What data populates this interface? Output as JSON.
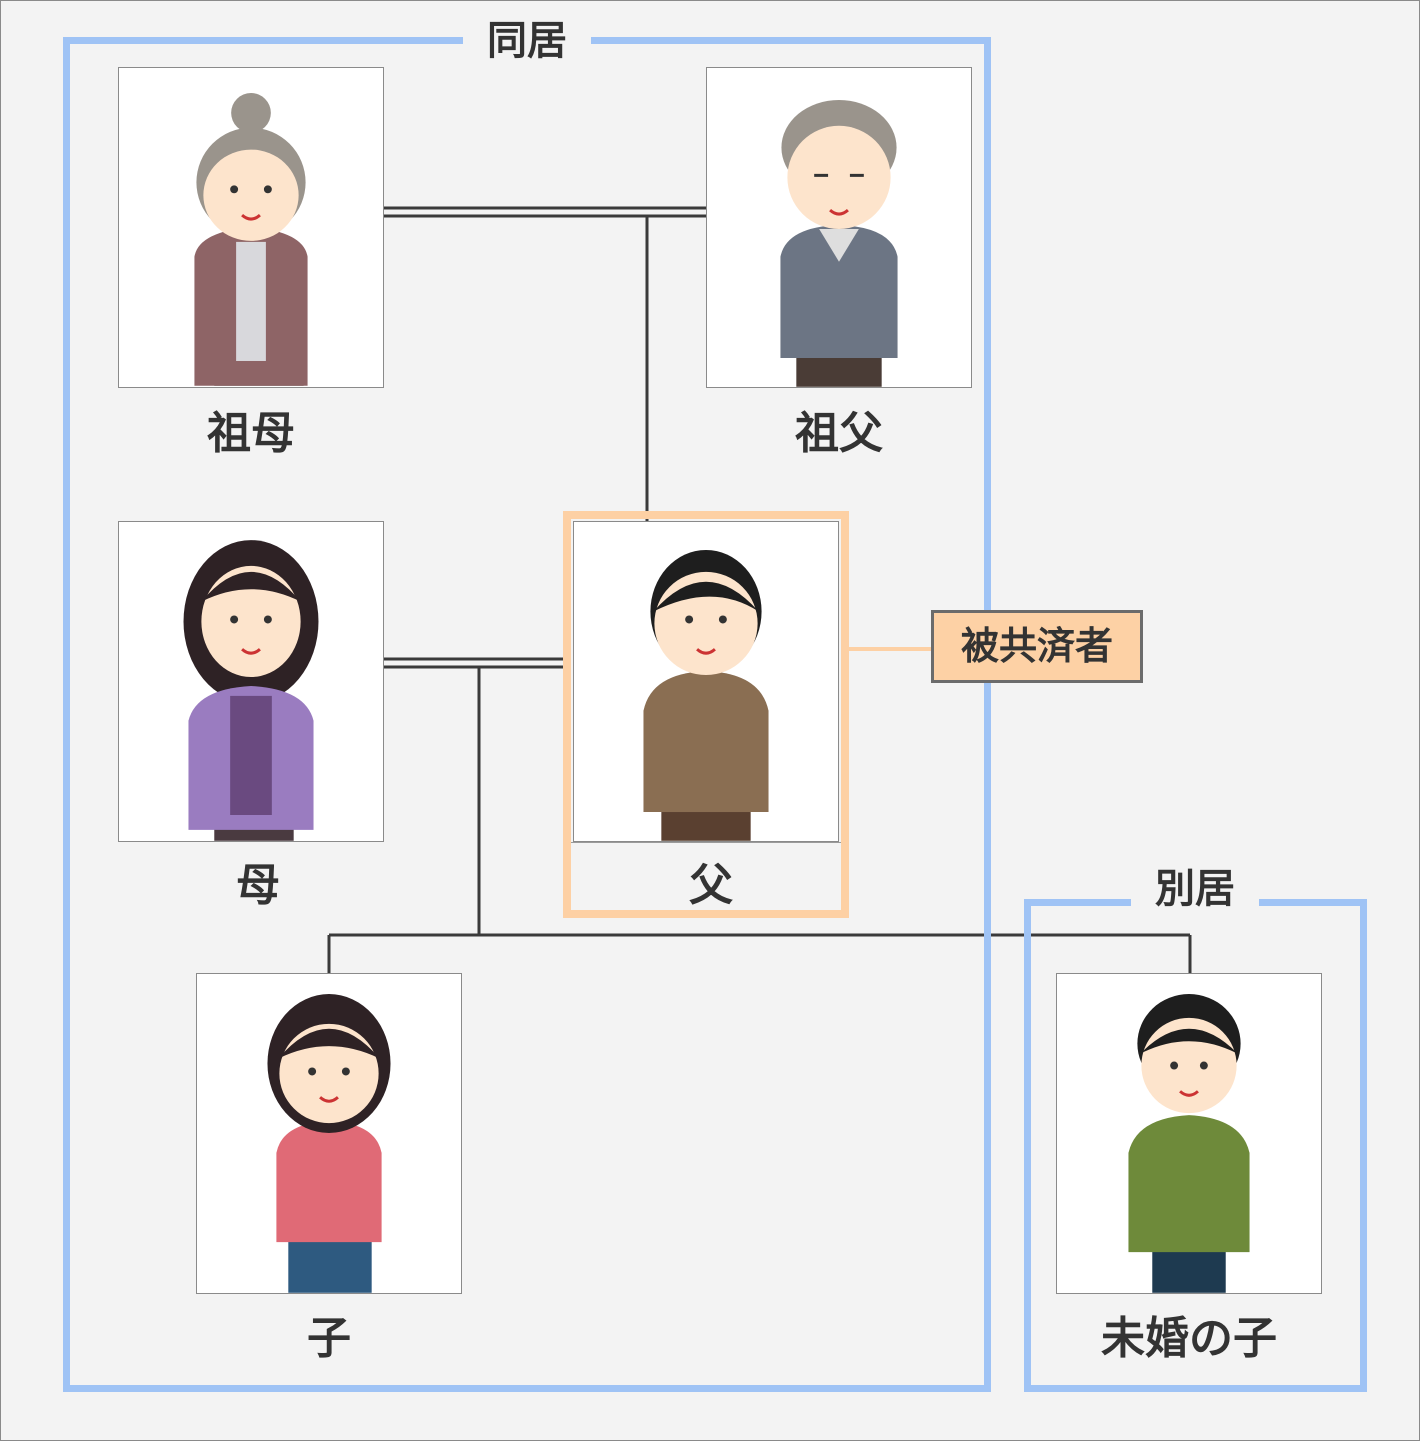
{
  "groups": {
    "cohabiting": "同居",
    "separate": "別居"
  },
  "members": {
    "grandmother": "祖母",
    "grandfather": "祖父",
    "mother": "母",
    "father": "父",
    "child": "子",
    "unmarried_child": "未婚の子"
  },
  "insured_badge": "被共済者",
  "colors": {
    "group_border": "#9fc3f5",
    "insured": "#fdd0a4",
    "line": "#333333",
    "background": "#f3f3f3"
  }
}
